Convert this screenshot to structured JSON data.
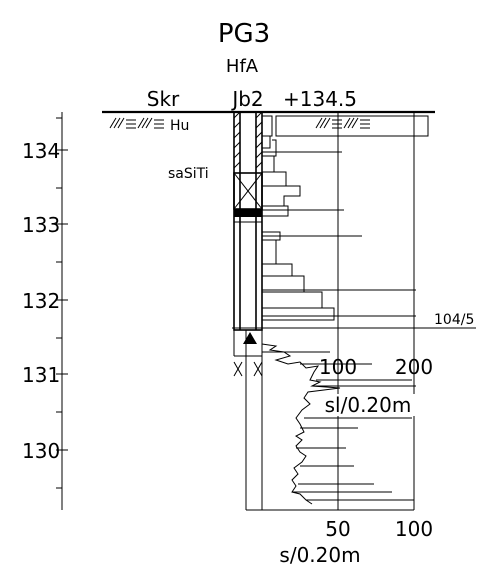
{
  "header": {
    "title": "PG3",
    "subtitle": "HfA",
    "col_skr": "Skr",
    "col_jb": "Jb2",
    "elevation": "+134.5"
  },
  "depth_axis": {
    "ticks": [
      "134",
      "133",
      "132",
      "131",
      "130"
    ]
  },
  "layers": {
    "topsoil": "Hu",
    "soil": "saSiTi"
  },
  "marker": {
    "label": "104/5"
  },
  "axis_s": {
    "ticks": [
      "50",
      "100"
    ],
    "label": "s/0.20m"
  },
  "axis_sl": {
    "ticks": [
      "100",
      "200"
    ],
    "label": "sl/0.20m"
  },
  "colors": {
    "ink": "#000000",
    "background": "#ffffff"
  },
  "icons": {
    "groundwater": "groundwater-triangle-icon"
  }
}
